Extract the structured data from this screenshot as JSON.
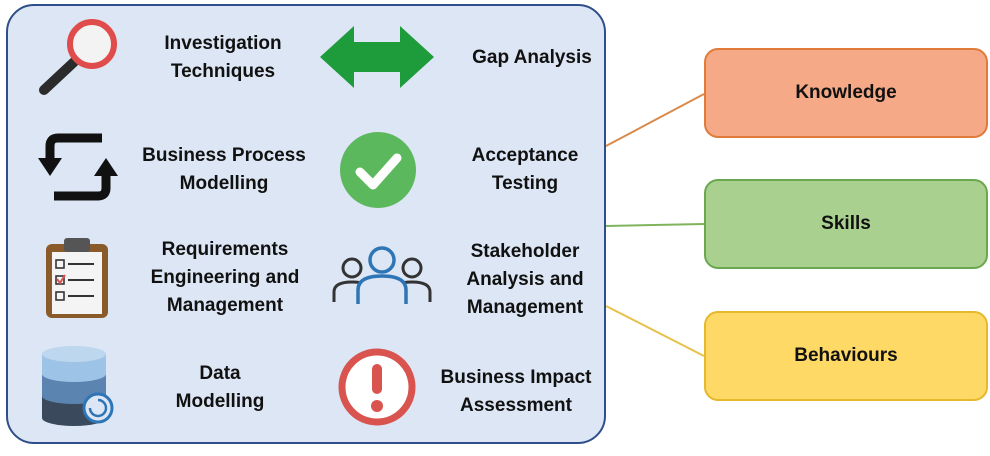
{
  "diagram": {
    "skills": [
      {
        "id": "investigation",
        "icon": "magnifier-icon",
        "lines": [
          "Investigation",
          "Techniques"
        ]
      },
      {
        "id": "gap-analysis",
        "icon": "double-arrow-icon",
        "lines": [
          "Gap Analysis"
        ]
      },
      {
        "id": "process-modelling",
        "icon": "cycle-arrows-icon",
        "lines": [
          "Business Process",
          "Modelling"
        ]
      },
      {
        "id": "acceptance-testing",
        "icon": "checkmark-circle-icon",
        "lines": [
          "Acceptance",
          "Testing"
        ]
      },
      {
        "id": "requirements",
        "icon": "clipboard-checklist-icon",
        "lines": [
          "Requirements",
          "Engineering and",
          "Management"
        ]
      },
      {
        "id": "stakeholder",
        "icon": "people-group-icon",
        "lines": [
          "Stakeholder",
          "Analysis and",
          "Management"
        ]
      },
      {
        "id": "data-modelling",
        "icon": "database-icon",
        "lines": [
          "Data",
          "Modelling"
        ]
      },
      {
        "id": "impact",
        "icon": "exclamation-circle-icon",
        "lines": [
          "Business Impact",
          "Assessment"
        ]
      }
    ],
    "categories": [
      {
        "label": "Knowledge",
        "fill": "#f5a987",
        "border": "#e07b3a",
        "line": "#d98a4b"
      },
      {
        "label": "Skills",
        "fill": "#a9d08e",
        "border": "#6aa84f",
        "line": "#7fb45c"
      },
      {
        "label": "Behaviours",
        "fill": "#ffd966",
        "border": "#e6b82e",
        "line": "#e8c14a"
      }
    ],
    "colors": {
      "panel_fill": "#dce6f4",
      "panel_border": "#2f4f8a",
      "arrow_green": "#1e9b3a",
      "check_green": "#5cb85c",
      "alert_red": "#d9534f",
      "people_blue": "#2e75b6"
    }
  }
}
